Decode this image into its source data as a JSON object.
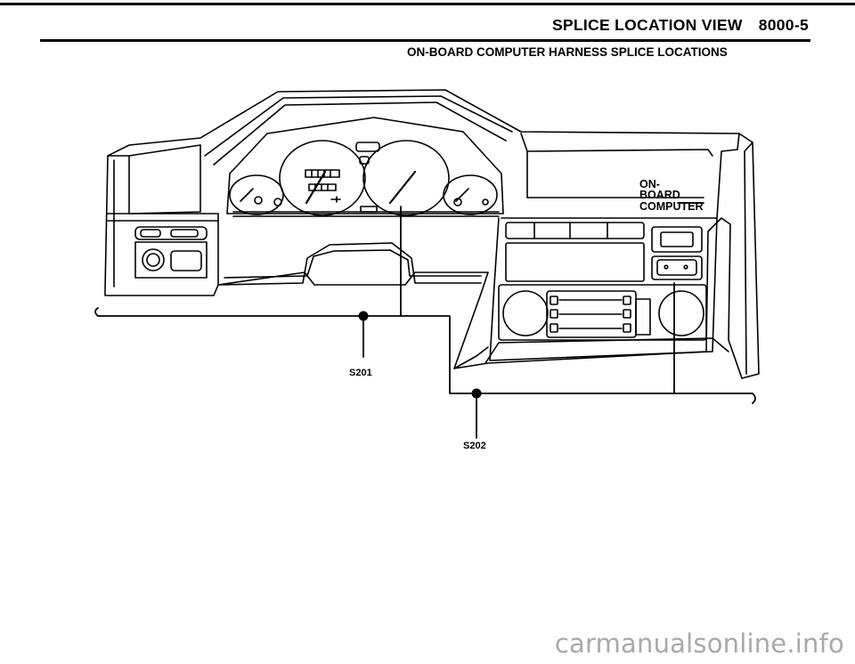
{
  "header": {
    "title": "SPLICE LOCATION VIEW",
    "page_code": "8000-5",
    "subtitle": "ON-BOARD COMPUTER HARNESS SPLICE LOCATIONS"
  },
  "diagram": {
    "component_label": {
      "line1": "ON-",
      "line2": "BOARD",
      "line3": "COMPUTER"
    },
    "splices": [
      {
        "id": "S201",
        "label": "S201"
      },
      {
        "id": "S202",
        "label": "S202"
      }
    ]
  },
  "watermark": "carmanualsonline.info"
}
